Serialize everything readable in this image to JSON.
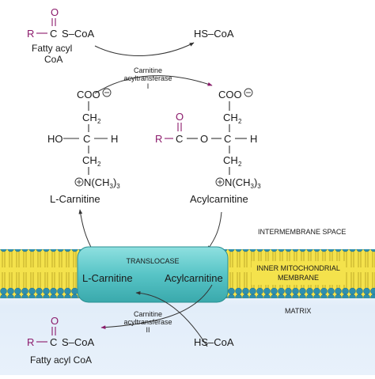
{
  "top": {
    "fatty_acyl_coa": {
      "R": "R",
      "C": "C",
      "O": "O",
      "S_CoA": "S–CoA",
      "name_line1": "Fatty acyl",
      "name_line2": "CoA"
    },
    "hs_coa": "HS–CoA",
    "enzyme_line1": "Carnitine",
    "enzyme_line2": "acyltransferase",
    "enzyme_line3": "I"
  },
  "carnitine": {
    "coo": "COO",
    "ch2_a": "CH",
    "sub2": "2",
    "ho": "HO",
    "c": "C",
    "h": "H",
    "ch2_b": "CH",
    "n": "N(CH",
    "n_sub": "3",
    "n_close": ")",
    "n_sub2": "3",
    "name": "L-Carnitine"
  },
  "acylcarnitine": {
    "coo": "COO",
    "ch2_a": "CH",
    "R": "R",
    "C": "C",
    "O_dbl": "O",
    "O": "O",
    "c": "C",
    "h": "H",
    "ch2_b": "CH",
    "n": "N(CH",
    "name": "Acylcarnitine"
  },
  "membrane": {
    "intermembrane_label": "INTERMEMBRANE SPACE",
    "translocase": "TRANSLOCASE",
    "l_carnitine": "L-Carnitine",
    "acylcarnitine": "Acylcarnitine",
    "inner_line1": "INNER MITOCHONDRIAL",
    "inner_line2": "MEMBRANE",
    "matrix_label": "MATRIX"
  },
  "bottom": {
    "enzyme_line1": "Carnitine",
    "enzyme_line2": "acyltransferase",
    "enzyme_line3": "II",
    "hs_coa": "HS–CoA",
    "fatty_acyl_coa": {
      "R": "R",
      "C": "C",
      "O": "O",
      "S_CoA": "S–CoA",
      "name": "Fatty acyl CoA"
    }
  },
  "colors": {
    "acyl": "#8b1a6b",
    "membrane": "#f2e04a",
    "translocase": "#5fc9c9",
    "matrix": "#dce9f7"
  }
}
